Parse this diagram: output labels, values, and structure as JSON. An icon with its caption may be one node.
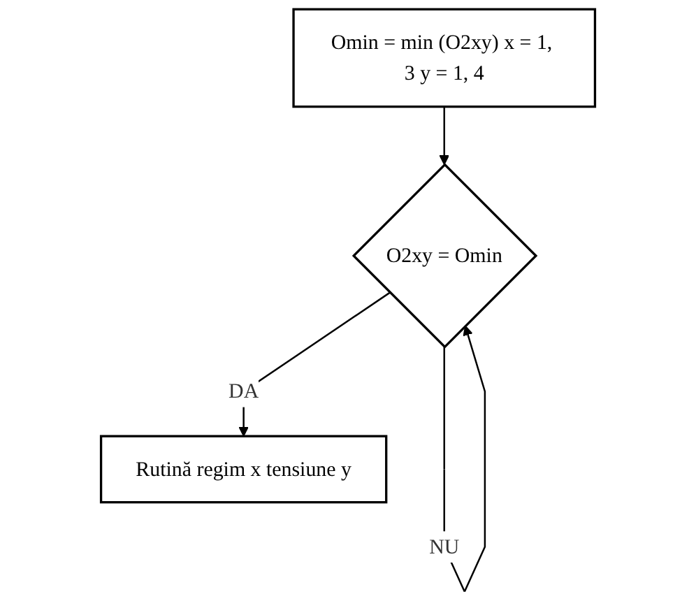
{
  "diagram": {
    "nodes": [
      {
        "text": [
          "Omin = min (O2xy) x = 1, 3 y = 1, 4"
        ]
      },
      {
        "text": [
          "O2xy = Omin"
        ]
      },
      {
        "text": [
          "Rutină regim x tensiune y"
        ]
      }
    ],
    "edges": [
      {
        "from": 0,
        "to": 1,
        "arrow": "to"
      },
      {
        "from": 1,
        "to": 1,
        "arrow": "to",
        "label": "NU"
      },
      {
        "from": 1,
        "to": 2,
        "arrow": "to",
        "label": "DA"
      }
    ]
  }
}
